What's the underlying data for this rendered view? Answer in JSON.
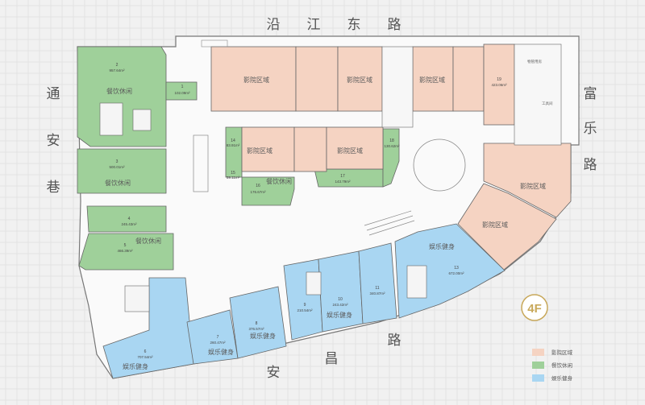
{
  "floor_badge": "4F",
  "streets": {
    "north": [
      "沿",
      "江",
      "东",
      "路"
    ],
    "west": [
      "通",
      "安",
      "巷"
    ],
    "east": [
      "富",
      "乐",
      "路"
    ],
    "south": [
      "安",
      "昌",
      "路"
    ]
  },
  "colors": {
    "cinema": "#f5d3c2",
    "dining": "#9fd09a",
    "entertainment": "#a9d6f2",
    "outline": "#777777",
    "background": "#f1f1f1"
  },
  "legend": [
    {
      "label": "影院区域",
      "color": "#f5d3c2"
    },
    {
      "label": "餐饮休闲",
      "color": "#9fd09a"
    },
    {
      "label": "娱乐健身",
      "color": "#a9d6f2"
    }
  ],
  "zones": {
    "cinema_label": "影院区域",
    "dining_label": "餐饮休闲",
    "fitness_label": "娱乐健身"
  },
  "units": [
    {
      "no": "1",
      "area": "102.09m²"
    },
    {
      "no": "2",
      "area": "957.64m²"
    },
    {
      "no": "3",
      "area": "500.01m²"
    },
    {
      "no": "4",
      "area": "245.43m²"
    },
    {
      "no": "5",
      "area": "466.39m²"
    },
    {
      "no": "6",
      "area": "707.54m²"
    },
    {
      "no": "7",
      "area": "260.47m²"
    },
    {
      "no": "8",
      "area": "376.57m²"
    },
    {
      "no": "9",
      "area": "210.54m²"
    },
    {
      "no": "10",
      "area": "243.42m²"
    },
    {
      "no": "11",
      "area": "340.87m²"
    },
    {
      "no": "13",
      "area": "672.00m²"
    },
    {
      "no": "14",
      "area": "83.91m²"
    },
    {
      "no": "15",
      "area": "59.11m²"
    },
    {
      "no": "16",
      "area": "176.67m²"
    },
    {
      "no": "17",
      "area": "143.79m²"
    },
    {
      "no": "18",
      "area": "130.62m²"
    },
    {
      "no": "19",
      "area": "423.06m²"
    }
  ],
  "facility_labels": {
    "property_mgmt": "物管用房",
    "tools": "工具间"
  }
}
